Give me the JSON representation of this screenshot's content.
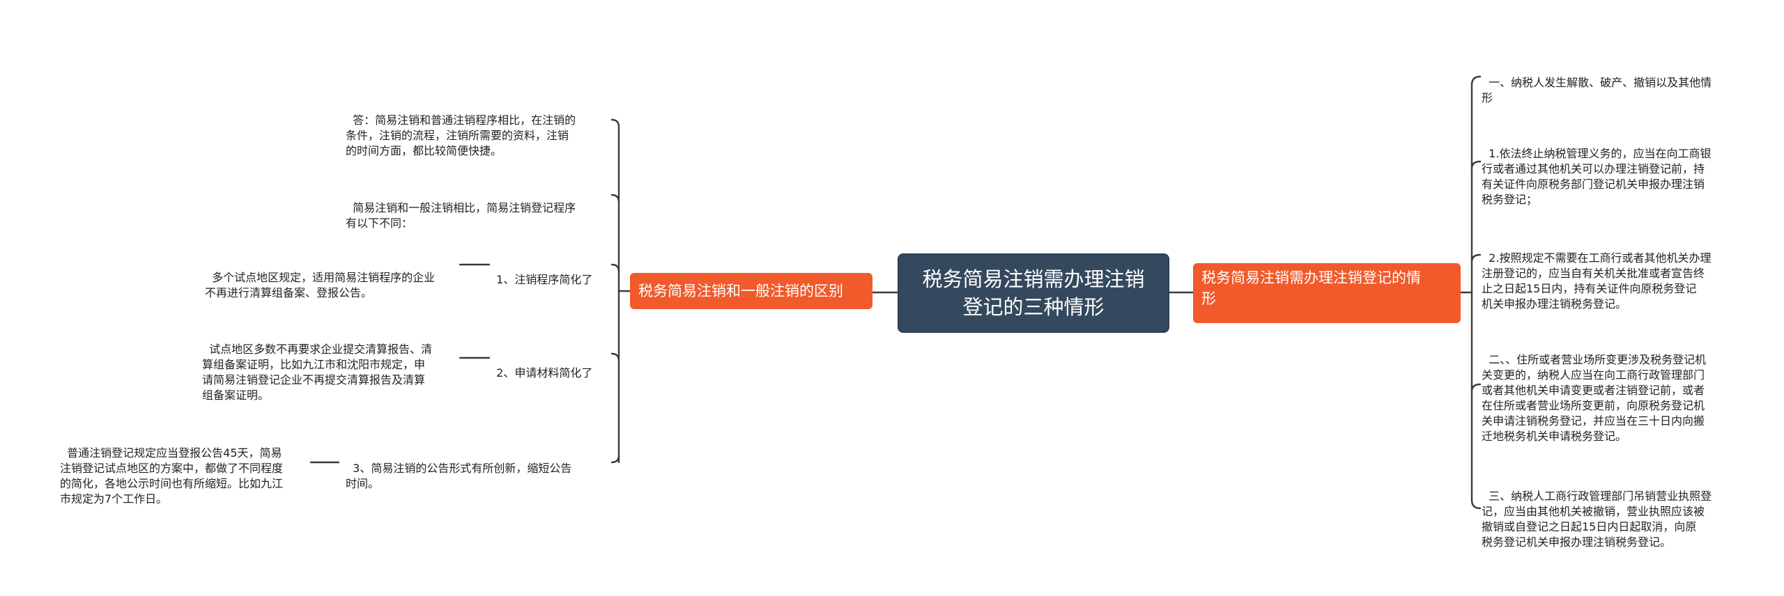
{
  "root": {
    "label": "税务简易注销需办理注销\n登记的三种情形"
  },
  "left_branch": {
    "label": "税务简易注销和一般注销的区别",
    "children": [
      {
        "label": "答：简易注销和普通注销程序相比，在注销的\n条件，注销的流程，注销所需要的资料，注销\n的时间方面，都比较简便快捷。"
      },
      {
        "label": "简易注销和一般注销相比，简易注销登记程序\n有以下不同："
      },
      {
        "label": "1、注销程序简化了",
        "detail": "多个试点地区规定，适用简易注销程序的企业\n不再进行清算组备案、登报公告。"
      },
      {
        "label": "2、申请材料简化了",
        "detail": "试点地区多数不再要求企业提交清算报告、清\n算组备案证明，比如九江市和沈阳市规定，申\n请简易注销登记企业不再提交清算报告及清算\n组备案证明。"
      },
      {
        "label": "3、简易注销的公告形式有所创新，缩短公告\n时间。",
        "detail": "普通注销登记规定应当登报公告45天，简易\n注销登记试点地区的方案中，都做了不同程度\n的简化，各地公示时间也有所缩短。比如九江\n市规定为7个工作日。"
      }
    ]
  },
  "right_branch": {
    "label": "税务简易注销需办理注销登记的情\n形",
    "children": [
      {
        "label": "一、纳税人发生解散、破产、撤销以及其他情\n形"
      },
      {
        "label": "1.依法终止纳税管理义务的，应当在向工商银\n行或者通过其他机关可以办理注销登记前，持\n有关证件向原税务部门登记机关申报办理注销\n税务登记；"
      },
      {
        "label": "2.按照规定不需要在工商行或者其他机关办理\n注册登记的，应当自有关机关批准或者宣告终\n止之日起15日内，持有关证件向原税务登记\n机关申报办理注销税务登记。"
      },
      {
        "label": "二、、住所或者营业场所变更涉及税务登记机\n关变更的，纳税人应当在向工商行政管理部门\n或者其他机关申请变更或者注销登记前，或者\n在住所或者营业场所变更前，向原税务登记机\n关申请注销税务登记，并应当在三十日内向搬\n迁地税务机关申请税务登记。"
      },
      {
        "label": "三、纳税人工商行政管理部门吊销营业执照登\n记，应当由其他机关被撤销，营业执照应该被\n撤销或自登记之日起15日内日起取消，向原\n税务登记机关申报办理注销税务登记。"
      }
    ]
  }
}
